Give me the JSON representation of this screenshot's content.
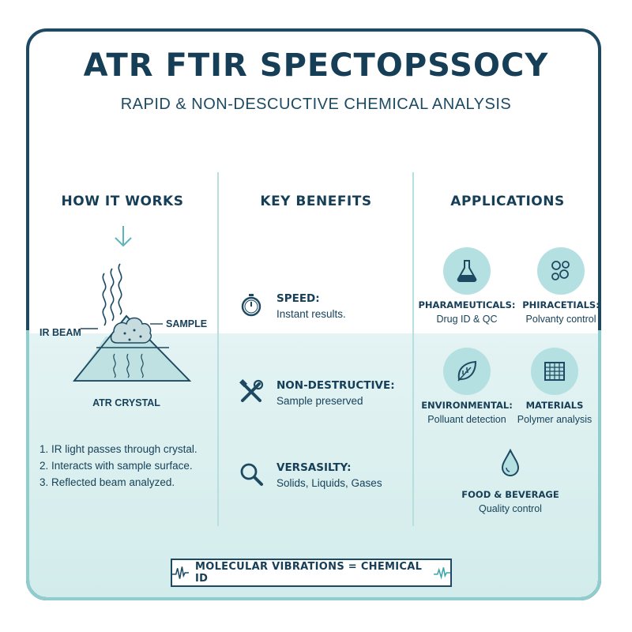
{
  "header": {
    "title": "ATR FTIR SPECTOPSSOCY",
    "subtitle": "RAPID & NON-DESCUCTIVE CHEMICAL ANALYSIS"
  },
  "how_it_works": {
    "heading": "HOW IT WORKS",
    "labels": {
      "ir_beam": "IR BEAM",
      "sample": "SAMPLE",
      "crystal": "ATR CRYSTAL"
    },
    "steps": [
      "1. IR light passes through crystal.",
      "2. Interacts with sample surface.",
      "3. Reflected beam analyzed."
    ]
  },
  "benefits": {
    "heading": "KEY BENEFITS",
    "items": [
      {
        "title": "SPEED:",
        "desc": "Instant results.",
        "icon": "stopwatch-icon"
      },
      {
        "title": "NON-DESTRUCTIVE:",
        "desc": "Sample preserved",
        "icon": "tools-icon"
      },
      {
        "title": "VERSASILTY:",
        "desc": "Solids, Liquids, Gases",
        "icon": "magnifier-icon"
      }
    ]
  },
  "applications": {
    "heading": "APPLICATIONS",
    "items": [
      {
        "title": "PHARAMEUTICALS:",
        "desc": "Drug ID & QC",
        "icon": "flask-icon"
      },
      {
        "title": "PHIRACETIALS:",
        "desc": "Polvanty control",
        "icon": "bubbles-icon"
      },
      {
        "title": "ENVIRONMENTAL:",
        "desc": "Polluant detection",
        "icon": "leaf-icon"
      },
      {
        "title": "MATERIALS",
        "desc": "Polymer analysis",
        "icon": "grid-fabric-icon"
      },
      {
        "title": "FOOD & BEVERAGE",
        "desc": "Quality control",
        "icon": "droplet-icon"
      }
    ]
  },
  "footer": {
    "text": "MOLECULAR VIBRATIONS = CHEMICAL ID"
  },
  "colors": {
    "navy": "#163f57",
    "teal": "#8fcdcf",
    "teal_light": "#b5e0e1",
    "accent": "#3aa6a8"
  }
}
